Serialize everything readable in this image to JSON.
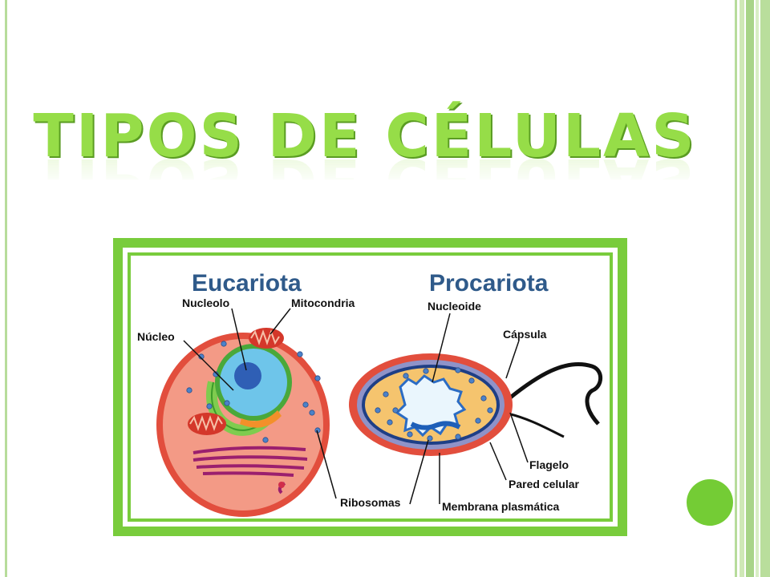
{
  "slide": {
    "title": "TIPOS DE CÉLULAS"
  },
  "diagram": {
    "eukaryote": {
      "heading": "Eucariota",
      "labels": {
        "nucleolo": "Nucleolo",
        "mitocondria": "Mitocondria",
        "nucleo": "Núcleo",
        "ribosomas": "Ribosomas"
      }
    },
    "prokaryote": {
      "heading": "Procariota",
      "labels": {
        "nucleoide": "Nucleoide",
        "capsula": "Cápsula",
        "flagelo": "Flagelo",
        "pared": "Pared celular",
        "membrana": "Membrana plasmática"
      }
    }
  },
  "colors": {
    "accent_green": "#96dd48",
    "panel_green": "#79cc3c",
    "cytoplasm_red": "#ef8a76",
    "prokaryote_yellow": "#f5c46e"
  }
}
